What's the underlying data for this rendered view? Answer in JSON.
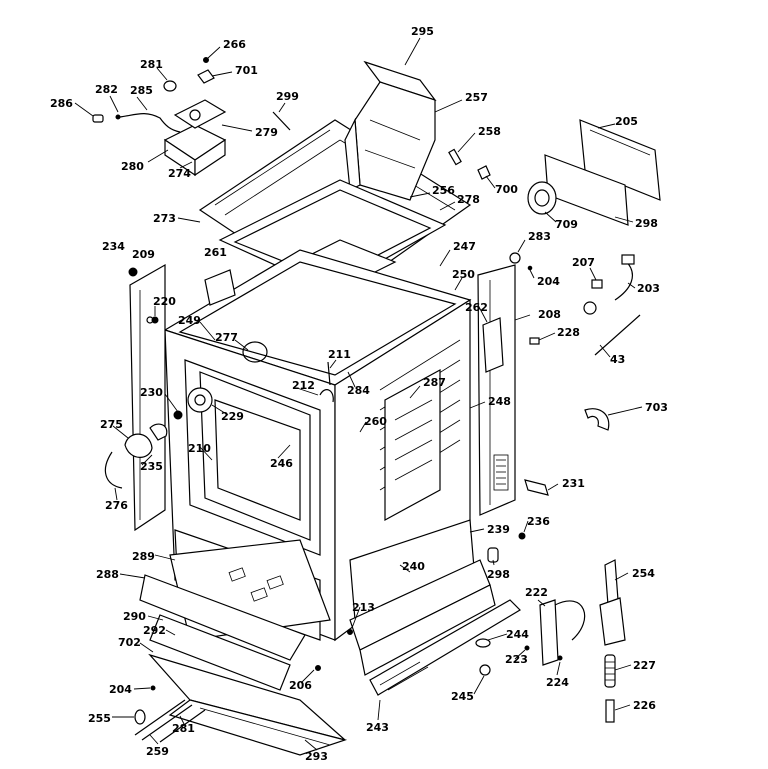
{
  "labels": [
    "295",
    "266",
    "281",
    "701",
    "286",
    "282",
    "285",
    "299",
    "257",
    "279",
    "258",
    "280",
    "274",
    "205",
    "700",
    "256",
    "278",
    "709",
    "298",
    "273",
    "234",
    "209",
    "261",
    "247",
    "283",
    "207",
    "250",
    "204",
    "203",
    "220",
    "249",
    "277",
    "262",
    "208",
    "228",
    "211",
    "43",
    "284",
    "287",
    "230",
    "212",
    "248",
    "229",
    "703",
    "275",
    "260",
    "246",
    "210",
    "235",
    "231",
    "276",
    "239",
    "236",
    "289",
    "240",
    "298",
    "288",
    "254",
    "213",
    "222",
    "290",
    "244",
    "292",
    "702",
    "223",
    "227",
    "206",
    "224",
    "204",
    "245",
    "255",
    "281",
    "243",
    "226",
    "259",
    "293"
  ]
}
